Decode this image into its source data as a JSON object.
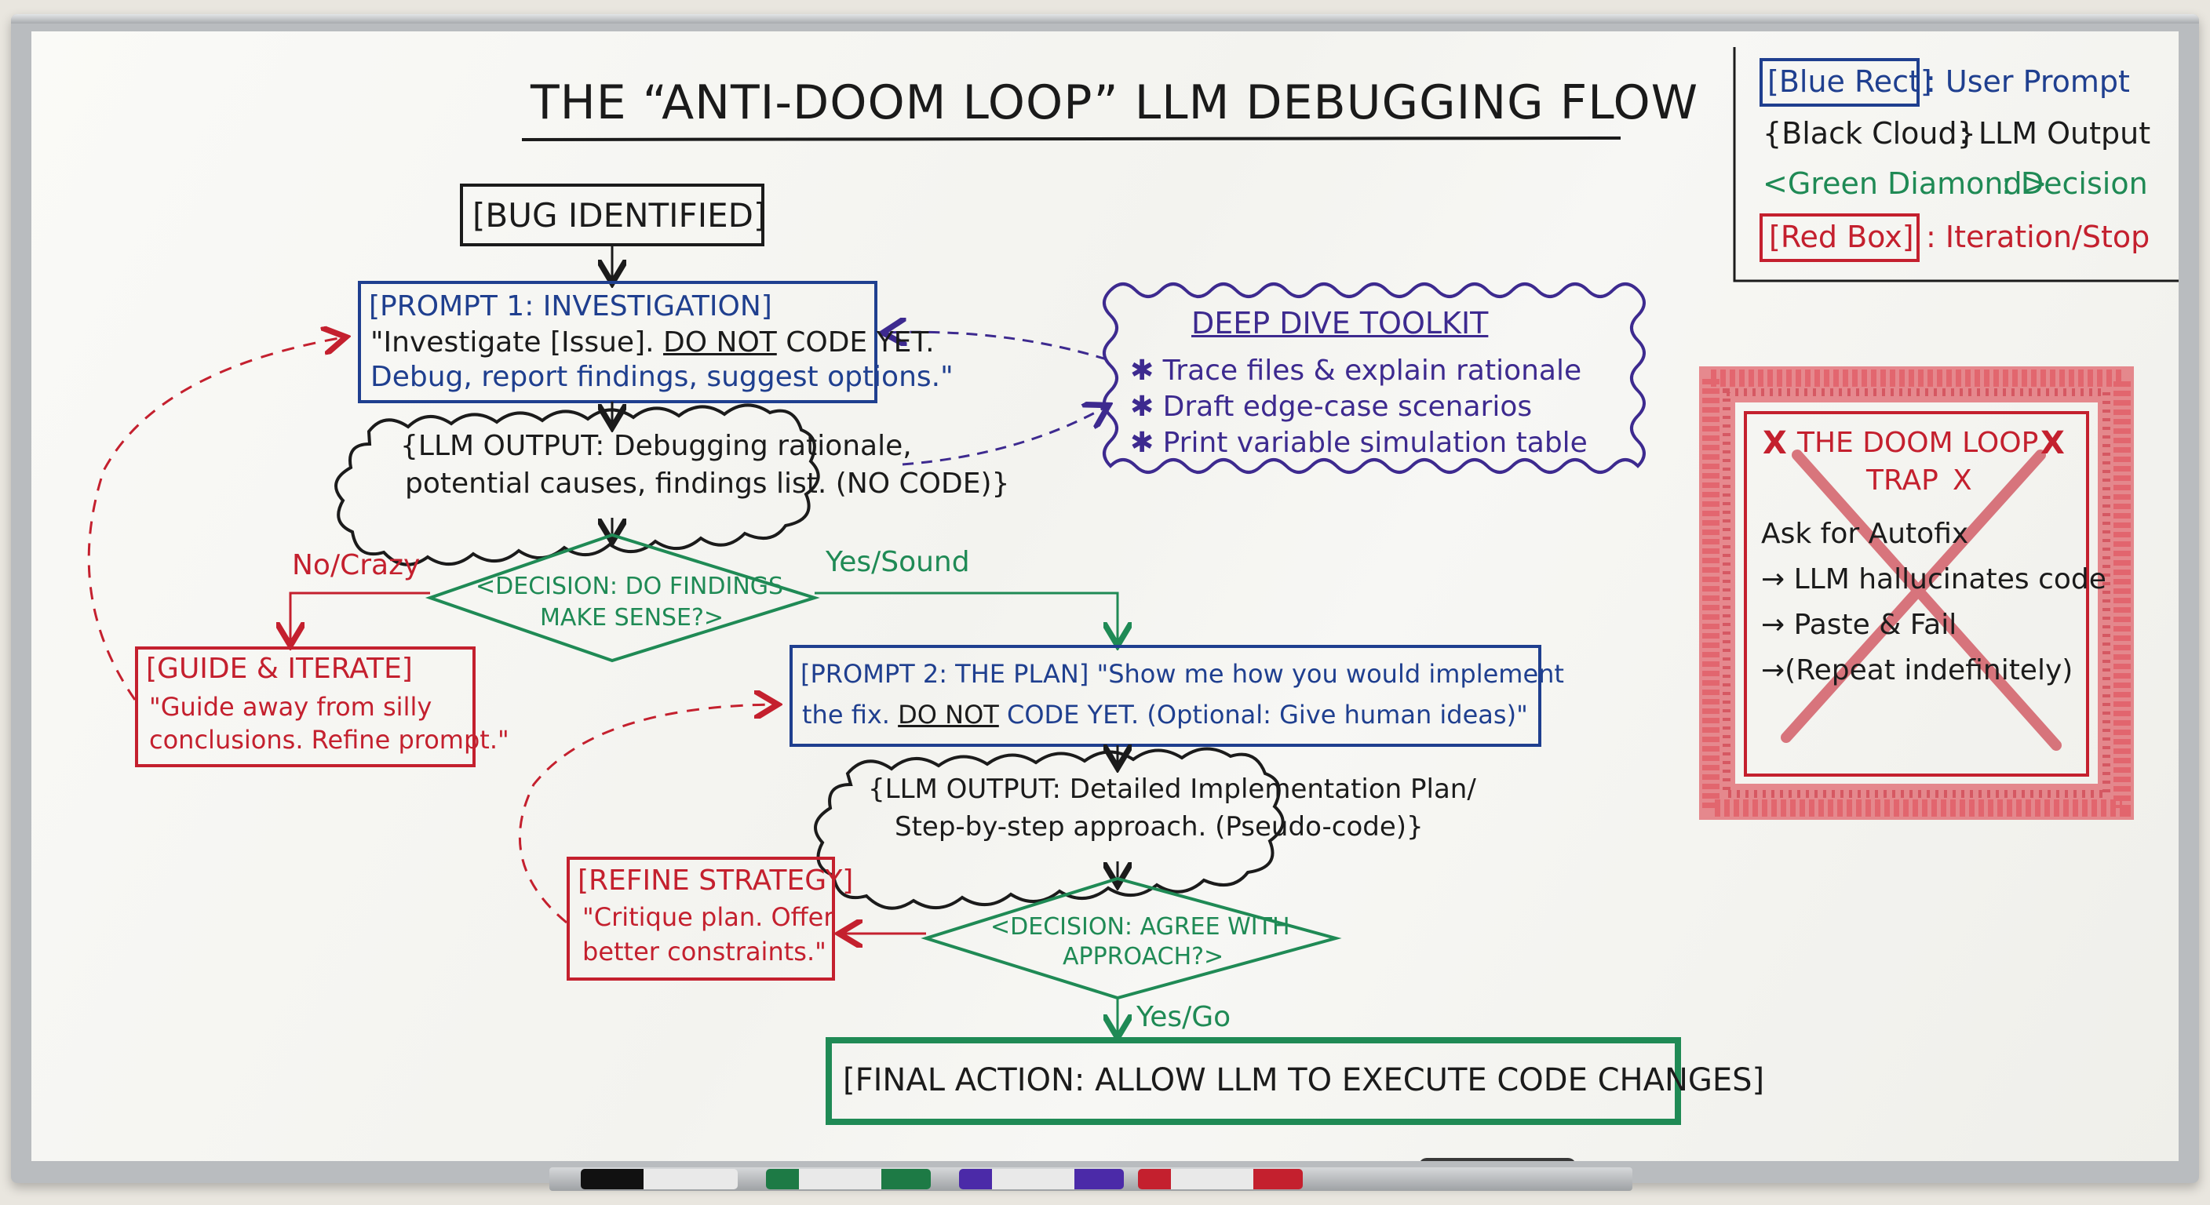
{
  "title": "THE “ANTI-DOOM LOOP” LLM DEBUGGING FLOW",
  "legend": {
    "blue_tag": "[Blue Rect]",
    "blue_text": ": User Prompt",
    "black_tag": "{Black Cloud}",
    "black_text": ": LLM Output",
    "green_tag": "<Green Diamond>",
    "green_text": ": Decision",
    "red_tag": "[Red Box]",
    "red_text": ": Iteration/Stop"
  },
  "nodes": {
    "bug": "[BUG IDENTIFIED]",
    "prompt1_title": "[PROMPT 1: INVESTIGATION]",
    "prompt1_line1_a": "\"Investigate [Issue]. ",
    "prompt1_line1_b": "DO NOT",
    "prompt1_line1_c": " CODE YET.",
    "prompt1_line2": "Debug, report findings, suggest options.\"",
    "output1_line1": "{LLM OUTPUT: Debugging rationale,",
    "output1_line2": "potential causes, findings list. (NO CODE)}",
    "toolkit_title": "DEEP DIVE TOOLKIT",
    "toolkit_items": [
      "Trace files & explain rationale",
      "Draft edge-case scenarios",
      "Print variable simulation table"
    ],
    "decision1_line1": "<DECISION: DO FINDINGS",
    "decision1_line2": "MAKE SENSE?>",
    "no_crazy": "No/Crazy",
    "yes_sound": "Yes/Sound",
    "guide_title": "[GUIDE & ITERATE]",
    "guide_line1": "\"Guide away from silly",
    "guide_line2": "conclusions. Refine prompt.\"",
    "prompt2_line1": "[PROMPT 2: THE PLAN] \"Show me how you would implement",
    "prompt2_line2_a": "the fix. ",
    "prompt2_line2_b": "DO NOT",
    "prompt2_line2_c": " CODE YET. (Optional: Give human ideas)\"",
    "output2_line1": "{LLM OUTPUT: Detailed Implementation Plan/",
    "output2_line2": "Step-by-step approach. (Pseudo-code)}",
    "refine_title": "[REFINE STRATEGY]",
    "refine_line1": "\"Critique plan. Offer",
    "refine_line2": "better constraints.\"",
    "decision2_line1": "<DECISION: AGREE WITH",
    "decision2_line2": "APPROACH?>",
    "yes_go": "Yes/Go",
    "final": "[FINAL ACTION: ALLOW LLM TO EXECUTE CODE CHANGES]"
  },
  "doom": {
    "title_line1": "THE DOOM LOOP",
    "title_line2": "TRAP",
    "x_mark": "X",
    "line1": "Ask for Autofix",
    "line2": "LLM hallucinates code",
    "line3": "Paste & Fail",
    "line4": "(Repeat indefinitely)",
    "arrow": "→"
  },
  "colors": {
    "blue": "#1f3f8f",
    "green": "#1f8a55",
    "red": "#c4202e",
    "purple": "#3d2a8f",
    "black": "#1b1b1b"
  }
}
